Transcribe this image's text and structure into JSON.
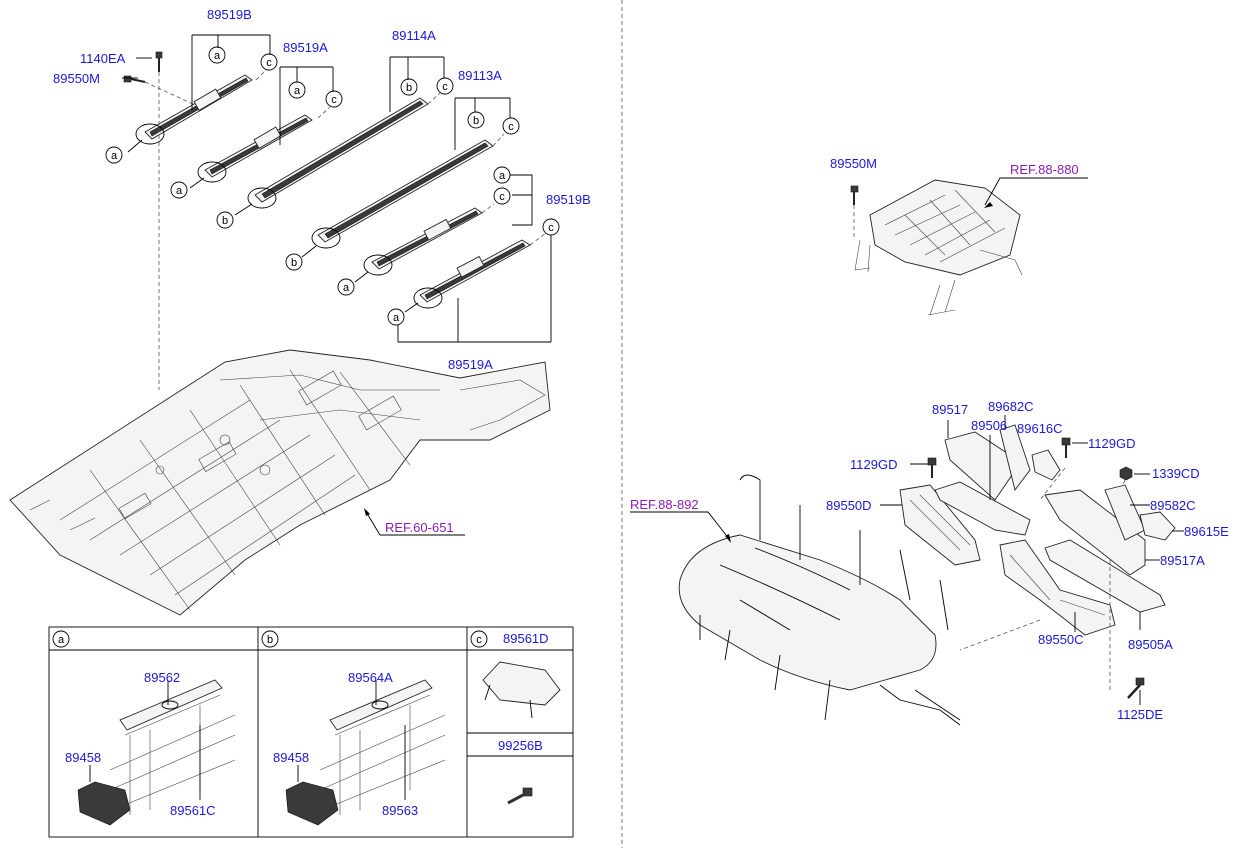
{
  "colors": {
    "part_number": "#1a1adb",
    "reference": "#8a1fb8",
    "line": "#000000"
  },
  "callouts": {
    "p89519B_top": "89519B",
    "p1140EA": "1140EA",
    "p89550M_left": "89550M",
    "p89519A_top": "89519A",
    "p89114A": "89114A",
    "p89113A": "89113A",
    "p89519B_right": "89519B",
    "p89519A_bottom": "89519A",
    "ref_60_651": "REF.60-651",
    "p89550M_right": "89550M",
    "ref_88_880": "REF.88-880",
    "p89517": "89517",
    "p89682C": "89682C",
    "p89506": "89506",
    "p89616C": "89616C",
    "p1129GD_right": "1129GD",
    "p1129GD_left": "1129GD",
    "p1339CD": "1339CD",
    "p89550D": "89550D",
    "ref_88_892": "REF.88-892",
    "p89582C": "89582C",
    "p89615E": "89615E",
    "p89517A": "89517A",
    "p89550C": "89550C",
    "p89505A": "89505A",
    "p1125DE": "1125DE"
  },
  "circle_letters": {
    "a": "a",
    "b": "b",
    "c": "c"
  },
  "detail_box": {
    "panel_a": {
      "letter": "a",
      "p89562": "89562",
      "p89458": "89458",
      "p89561C": "89561C"
    },
    "panel_b": {
      "letter": "b",
      "p89564A": "89564A",
      "p89458": "89458",
      "p89563": "89563"
    },
    "panel_c": {
      "letter": "c",
      "p89561D": "89561D",
      "p99256B": "99256B"
    }
  }
}
